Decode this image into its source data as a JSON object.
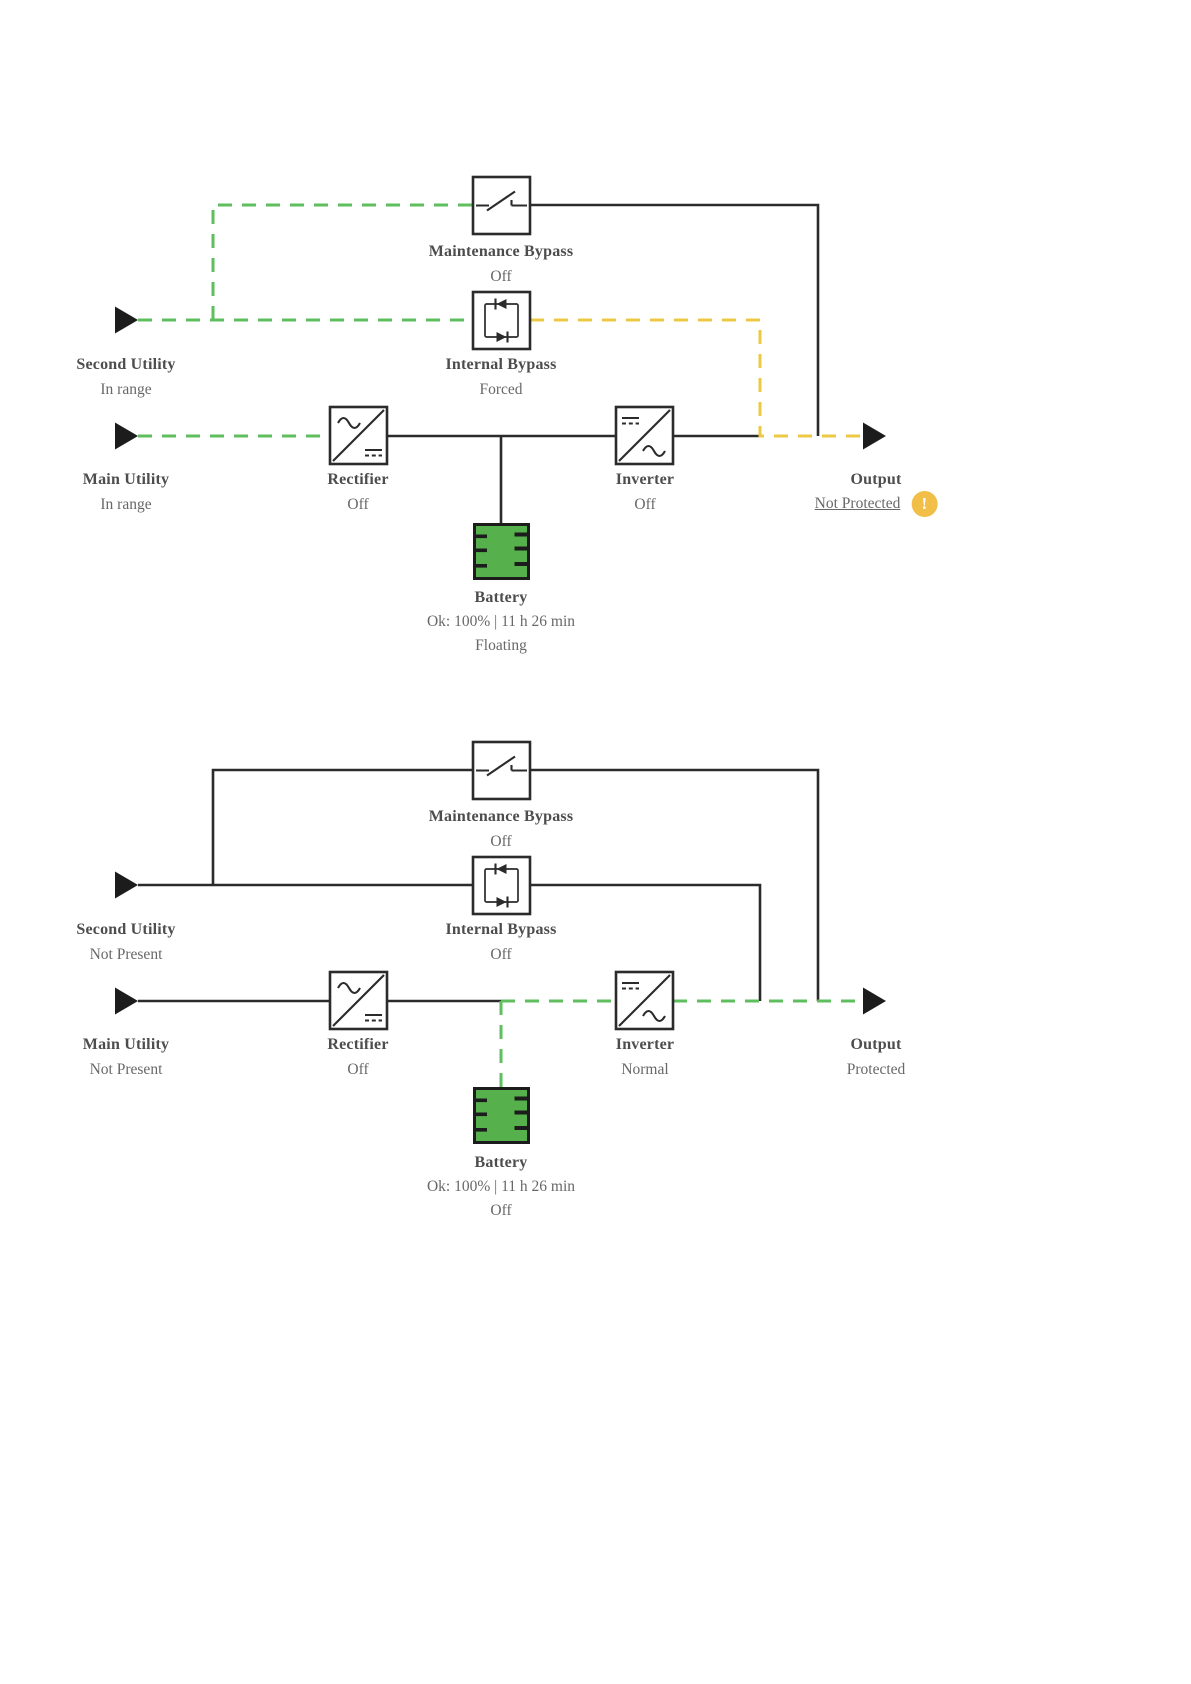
{
  "colors": {
    "background": "#ffffff",
    "line": "#2b2b2b",
    "flow_active": "#5fbf5f",
    "flow_bypass": "#edc844",
    "battery_fill": "#56b04b",
    "warning_badge": "#f1bf47",
    "label_text": "#4d4d4d",
    "status_text": "#686868"
  },
  "icons": {
    "maintenance_bypass": "open-switch-icon",
    "internal_bypass": "antiparallel-diodes-icon",
    "rectifier": "ac-to-dc-icon",
    "inverter": "dc-to-ac-icon",
    "battery": "battery-cells-icon",
    "output_warning": "exclamation-circle-icon"
  },
  "diagrams": [
    {
      "second_utility": {
        "label": "Second Utility",
        "status": "In range"
      },
      "main_utility": {
        "label": "Main Utility",
        "status": "In range"
      },
      "maintenance_bypass": {
        "label": "Maintenance Bypass",
        "status": "Off"
      },
      "internal_bypass": {
        "label": "Internal Bypass",
        "status": "Forced"
      },
      "rectifier": {
        "label": "Rectifier",
        "status": "Off"
      },
      "inverter": {
        "label": "Inverter",
        "status": "Off"
      },
      "battery": {
        "label": "Battery",
        "status": "Ok: 100% | 11 h 26 min",
        "mode": "Floating"
      },
      "output": {
        "label": "Output",
        "status": "Not Protected",
        "warning_mark": "!"
      }
    },
    {
      "second_utility": {
        "label": "Second Utility",
        "status": "Not Present"
      },
      "main_utility": {
        "label": "Main Utility",
        "status": "Not Present"
      },
      "maintenance_bypass": {
        "label": "Maintenance Bypass",
        "status": "Off"
      },
      "internal_bypass": {
        "label": "Internal Bypass",
        "status": "Off"
      },
      "rectifier": {
        "label": "Rectifier",
        "status": "Off"
      },
      "inverter": {
        "label": "Inverter",
        "status": "Normal"
      },
      "battery": {
        "label": "Battery",
        "status": "Ok: 100% | 11 h 26 min",
        "mode": "Off"
      },
      "output": {
        "label": "Output",
        "status": "Protected"
      }
    }
  ]
}
